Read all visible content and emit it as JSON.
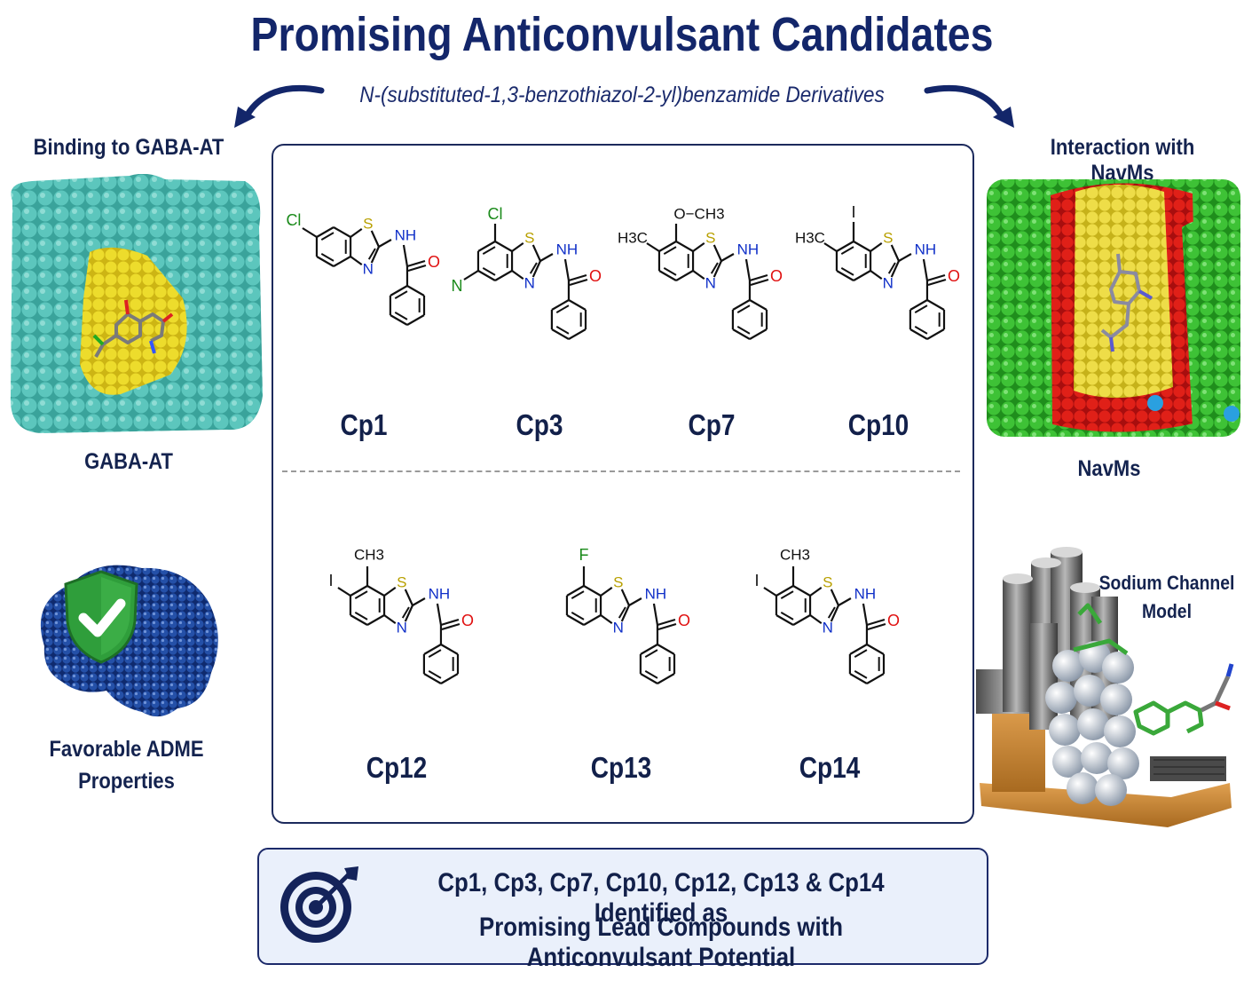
{
  "title": "Promising Anticonvulsant Candidates",
  "subtitle": "N-(substituted-1,3-benzothiazol-2-yl)benzamide Derivatives",
  "left": {
    "binding_title": "Binding to GABA-AT",
    "protein_label": "GABA-AT",
    "adme_label_line1": "Favorable ADME",
    "adme_label_line2": "Properties"
  },
  "right": {
    "interaction_title": "Interaction with NavMs",
    "protein_label": "NavMs",
    "model_label_line1": "Sodium Channel",
    "model_label_line2": "Model"
  },
  "compounds": [
    {
      "id": "Cp1",
      "substituents": {
        "cl": "Cl"
      }
    },
    {
      "id": "Cp3",
      "substituents": {
        "cl": "Cl",
        "n": "N"
      }
    },
    {
      "id": "Cp7",
      "substituents": {
        "ome": "O−CH3",
        "me": "H3C"
      }
    },
    {
      "id": "Cp10",
      "substituents": {
        "i": "I",
        "me": "H3C"
      }
    },
    {
      "id": "Cp12",
      "substituents": {
        "me": "CH3",
        "i": "I"
      }
    },
    {
      "id": "Cp13",
      "substituents": {
        "f": "F"
      }
    },
    {
      "id": "Cp14",
      "substituents": {
        "me": "CH3",
        "i": "I"
      }
    }
  ],
  "atoms": {
    "S": "S",
    "N": "N",
    "NH": "NH",
    "O": "O"
  },
  "summary": {
    "line1": "Cp1, Cp3, Cp7, Cp10, Cp12, Cp13 & Cp14 Identified as",
    "line2": "Promising Lead Compounds with Anticonvulsant Potential"
  },
  "colors": {
    "title": "#13266a",
    "gaba_surface": "#4fb8b0",
    "gaba_pocket": "#e6d422",
    "navms_green": "#2fb52a",
    "navms_red": "#d41b16",
    "navms_yellow": "#e8d63a",
    "brain": "#1b3d8c",
    "shield": "#2e9e3a",
    "sulfur": "#b8a000",
    "nitrogen": "#1030c8",
    "oxygen": "#e01010",
    "chlorine": "#1a8a1a"
  },
  "icons": [
    "curved-arrow-left-icon",
    "curved-arrow-right-icon",
    "shield-check-icon",
    "target-arrow-icon",
    "brain-icon"
  ]
}
